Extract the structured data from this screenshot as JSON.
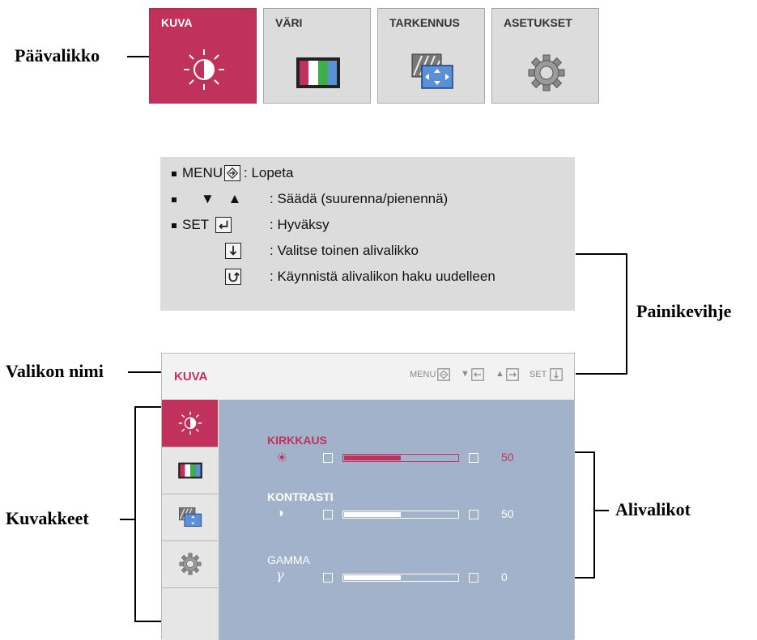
{
  "callouts": {
    "main_menu": "Päävalikko",
    "button_hint": "Painikevihje",
    "menu_name": "Valikon nimi",
    "icons": "Kuvakkeet",
    "submenus": "Alivalikot"
  },
  "tabs": [
    {
      "label": "KUVA",
      "icon": "brightness-icon",
      "active": true
    },
    {
      "label": "VÄRI",
      "icon": "color-bars-icon",
      "active": false
    },
    {
      "label": "TARKENNUS",
      "icon": "tracking-icon",
      "active": false
    },
    {
      "label": "ASETUKSET",
      "icon": "gear-icon",
      "active": false
    }
  ],
  "hints": [
    {
      "key": "MENU",
      "icon": "menu-exit-icon",
      "desc": ": Lopeta"
    },
    {
      "key": "▼  ▲",
      "icon": "",
      "desc": ": Säädä (suurenna/pienennä)"
    },
    {
      "key": "SET",
      "icon": "enter-icon",
      "desc": ": Hyväksy"
    },
    {
      "key": "",
      "icon": "down-arrow-icon",
      "desc": ": Valitse toinen alivalikko"
    },
    {
      "key": "",
      "icon": "reset-icon",
      "desc": ": Käynnistä alivalikon haku uudelleen"
    }
  ],
  "osd": {
    "title": "KUVA",
    "hint_menu": "MENU",
    "hint_set": "SET",
    "sidebar_icons": [
      "brightness-icon",
      "color-bars-icon",
      "tracking-icon",
      "gear-icon"
    ],
    "settings": [
      {
        "label": "KIRKKAUS",
        "symbol": "☀",
        "value": "50",
        "level": 0.5,
        "highlight": true
      },
      {
        "label": "KONTRASTI",
        "symbol": "◑",
        "value": "50",
        "level": 0.5,
        "highlight": false
      },
      {
        "label": "GAMMA",
        "symbol": "γ",
        "value": "0",
        "level": 0.5,
        "highlight": false
      }
    ]
  },
  "colors": {
    "accent": "#c0325c",
    "panel": "#a3b2cb",
    "tile": "#dcdcdc"
  }
}
